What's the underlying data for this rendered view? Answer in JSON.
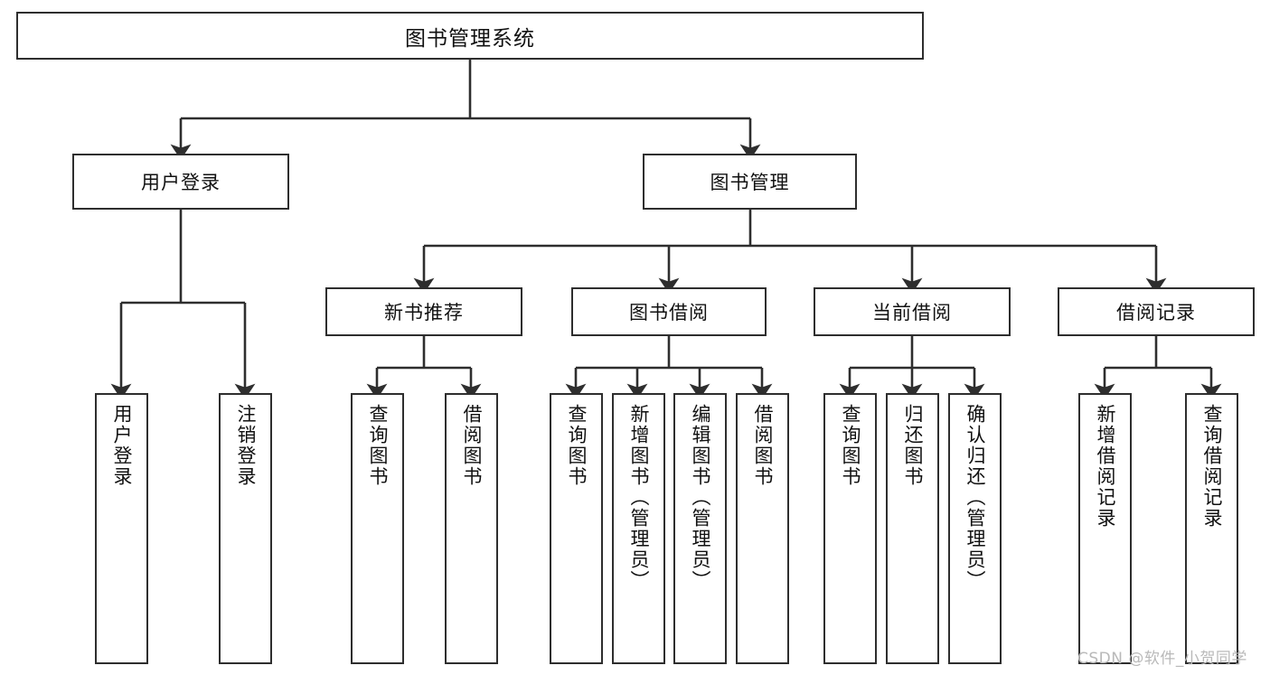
{
  "diagram": {
    "type": "tree",
    "title": "图书管理系统",
    "orientation": "top-down",
    "colors": {
      "stroke": "#2e2e2e",
      "fill": "#ffffff",
      "text": "#111111",
      "watermark": "#b9b9b9"
    }
  },
  "watermark": {
    "text": "CSDN @软件_小贺同学"
  },
  "nodes": {
    "root": {
      "label": "图书管理系统"
    },
    "level2": [
      {
        "id": "user-login",
        "label": "用户登录"
      },
      {
        "id": "book-manage",
        "label": "图书管理"
      }
    ],
    "level3": [
      {
        "id": "new-book-rec",
        "label": "新书推荐"
      },
      {
        "id": "book-borrow",
        "label": "图书借阅"
      },
      {
        "id": "current-borrow",
        "label": "当前借阅"
      },
      {
        "id": "borrow-record",
        "label": "借阅记录"
      }
    ],
    "leaves": {
      "user-login": [
        {
          "id": "leaf-user-login",
          "label": "用户登录"
        },
        {
          "id": "leaf-user-logout",
          "label": "注销登录"
        }
      ],
      "new-book-rec": [
        {
          "id": "leaf-query-book-1",
          "label": "查询图书"
        },
        {
          "id": "leaf-borrow-book-1",
          "label": "借阅图书"
        }
      ],
      "book-borrow": [
        {
          "id": "leaf-query-book-2",
          "label": "查询图书"
        },
        {
          "id": "leaf-add-book",
          "label": "新增图书（管理员）"
        },
        {
          "id": "leaf-edit-book",
          "label": "编辑图书（管理员）"
        },
        {
          "id": "leaf-borrow-book-2",
          "label": "借阅图书"
        }
      ],
      "current-borrow": [
        {
          "id": "leaf-query-book-3",
          "label": "查询图书"
        },
        {
          "id": "leaf-return-book",
          "label": "归还图书"
        },
        {
          "id": "leaf-confirm-return",
          "label": "确认归还（管理员）"
        }
      ],
      "borrow-record": [
        {
          "id": "leaf-add-record",
          "label": "新增借阅记录"
        },
        {
          "id": "leaf-query-record",
          "label": "查询借阅记录"
        }
      ]
    }
  }
}
